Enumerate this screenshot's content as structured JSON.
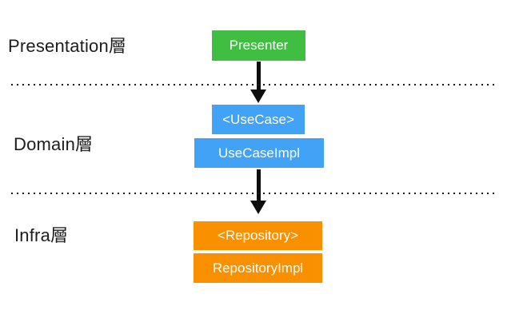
{
  "diagram": {
    "background": "#ffffff",
    "layers": [
      {
        "label": "Presentation層",
        "boxes": [
          {
            "text": "Presenter"
          }
        ]
      },
      {
        "label": "Domain層",
        "boxes": [
          {
            "text": "<UseCase>"
          },
          {
            "text": "UseCaseImpl"
          }
        ]
      },
      {
        "label": "Infra層",
        "boxes": [
          {
            "text": "<Repository>"
          },
          {
            "text": "RepositoryImpl"
          }
        ]
      }
    ],
    "colors": {
      "presentation_box": "#3FBE41",
      "domain_box": "#42A2F5",
      "infra_box": "#F99000",
      "box_text": "#ffffff",
      "label_text": "#1d1d1f",
      "arrow": "#0d0d0d",
      "divider_dots": "#1a1a1a"
    }
  }
}
